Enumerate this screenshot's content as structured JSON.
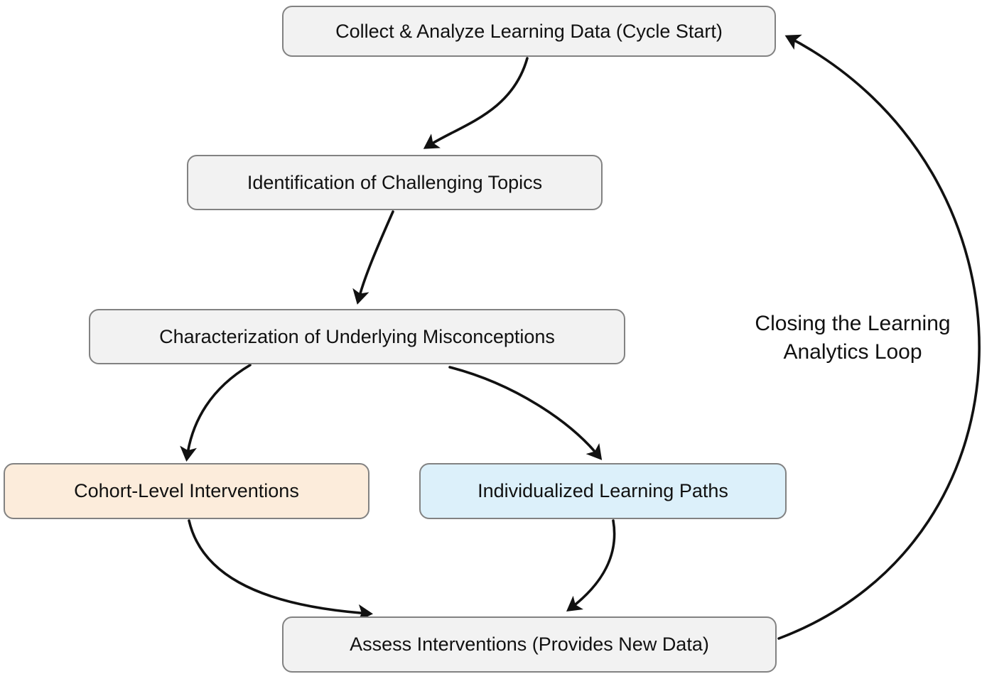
{
  "diagram": {
    "nodes": {
      "collect": {
        "label": "Collect & Analyze Learning Data (Cycle Start)",
        "fill": "#f2f2f2"
      },
      "identify": {
        "label": "Identification of Challenging Topics",
        "fill": "#f2f2f2"
      },
      "characterize": {
        "label": "Characterization of Underlying Misconceptions",
        "fill": "#f2f2f2"
      },
      "cohort": {
        "label": "Cohort-Level Interventions",
        "fill": "#fcecdb"
      },
      "individual": {
        "label": "Individualized Learning Paths",
        "fill": "#dcf0fa"
      },
      "assess": {
        "label": "Assess Interventions (Provides New Data)",
        "fill": "#f2f2f2"
      }
    },
    "loop_label": {
      "line1": "Closing the Learning",
      "line2": "Analytics Loop"
    },
    "colors": {
      "node_border": "#828282",
      "arrow": "#111111",
      "text": "#111111",
      "canvas_background": "#ffffff",
      "default_node_fill": "#f2f2f2",
      "cohort_node_fill": "#fcecdb",
      "individual_node_fill": "#dcf0fa"
    }
  }
}
